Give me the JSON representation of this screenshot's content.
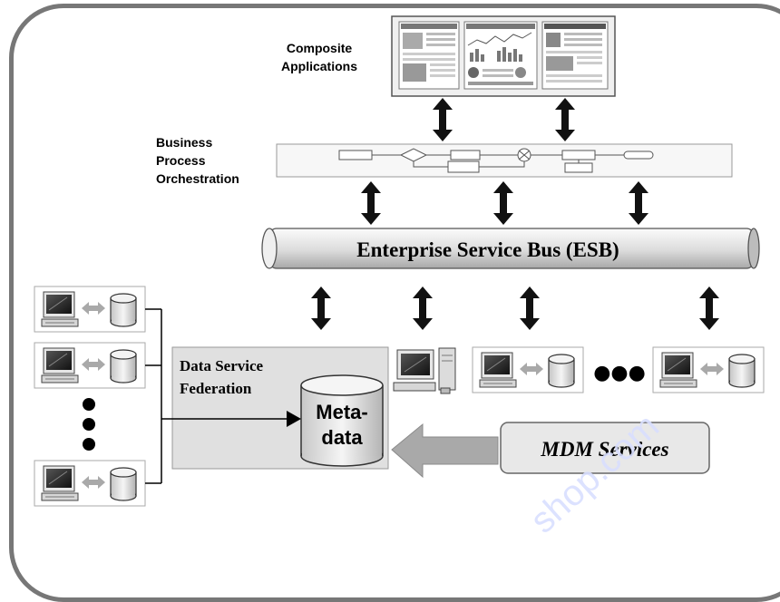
{
  "labels": {
    "composite_applications_line1": "Composite",
    "composite_applications_line2": "Applications",
    "bpo_line1": "Business",
    "bpo_line2": "Process",
    "bpo_line3": "Orchestration",
    "esb": "Enterprise Service Bus (ESB)",
    "dsf_line1": "Data Service",
    "dsf_line2": "Federation",
    "metadata_line1": "Meta-",
    "metadata_line2": "data",
    "mdm": "MDM Services",
    "ellipsis_horizontal": "●●●",
    "watermark": "shop.com"
  },
  "colors": {
    "frame_border": "#777777",
    "esb_fill_light": "#f2f2f2",
    "esb_fill_dark": "#b8b8b8",
    "dsf_fill": "#e0e0e0",
    "mdm_fill": "#e8e8e8",
    "arrow": "#111111",
    "gray_arrow": "#a9a9a9",
    "watermark": "#d9dfff"
  }
}
